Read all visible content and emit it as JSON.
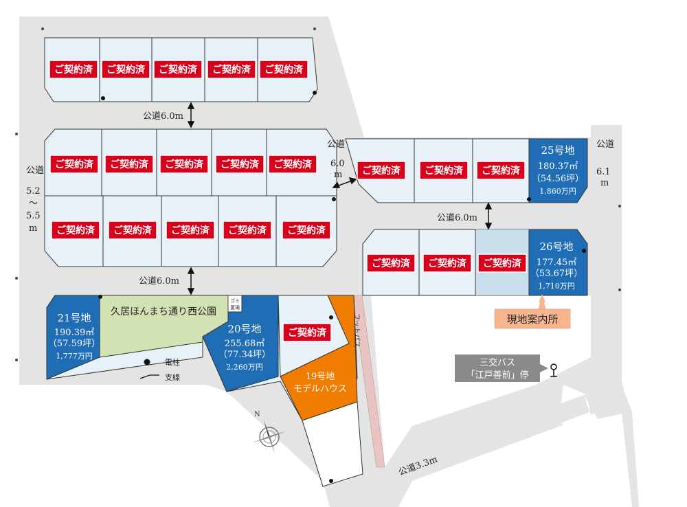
{
  "roads": {
    "left_vertical": [
      "公道",
      "5.2",
      "〜",
      "5.5",
      "m"
    ],
    "upper_horizontal": "公道6.0m",
    "lower_horizontal": "公道6.0m",
    "diagonal": [
      "公道",
      "6.0",
      "m"
    ],
    "right_horizontal": "公道6.0m",
    "right_vertical": [
      "公道",
      "6.1",
      "m"
    ],
    "bottom_diagonal": "公道3.3m",
    "footpath": "フットパス"
  },
  "sold_label": "ご契約済",
  "lots": {
    "lot25": {
      "number": "25号地",
      "area_m2": "180.37㎡",
      "area_tsubo": "（54.56坪）",
      "price": "1,860万円"
    },
    "lot26": {
      "number": "26号地",
      "area_m2": "177.45㎡",
      "area_tsubo": "（53.67坪）",
      "price": "1,710万円"
    },
    "lot21": {
      "number": "21号地",
      "area_m2": "190.39㎡",
      "area_tsubo": "（57.59坪）",
      "price": "1,777万円"
    },
    "lot20": {
      "number": "20号地",
      "area_m2": "255.68㎡",
      "area_tsubo": "（77.34坪）",
      "price": "2,260万円"
    },
    "lot19": {
      "number": "19号地",
      "label": "モデルハウス"
    }
  },
  "park": {
    "name": "久居ほんまち通り西公園",
    "garbage": [
      "ゴミ",
      "置場"
    ]
  },
  "site_office": "現地案内所",
  "bus_stop": {
    "line1": "三交バス",
    "line2": "「江戸善前」停"
  },
  "legend": {
    "pole": "電柱",
    "guy_wire": "支線"
  },
  "compass": "N",
  "colors": {
    "sold_badge": "#d9001b",
    "available_lot": "#1e6db5",
    "model_house": "#f07d00",
    "park": "#d2e2b2",
    "lot_fill": "#e6f1f8",
    "road": "#e4e4e4",
    "footpath": "#e8c4c2",
    "office_tag": "#f7b58d",
    "bus_tag": "#8a8a8a"
  }
}
